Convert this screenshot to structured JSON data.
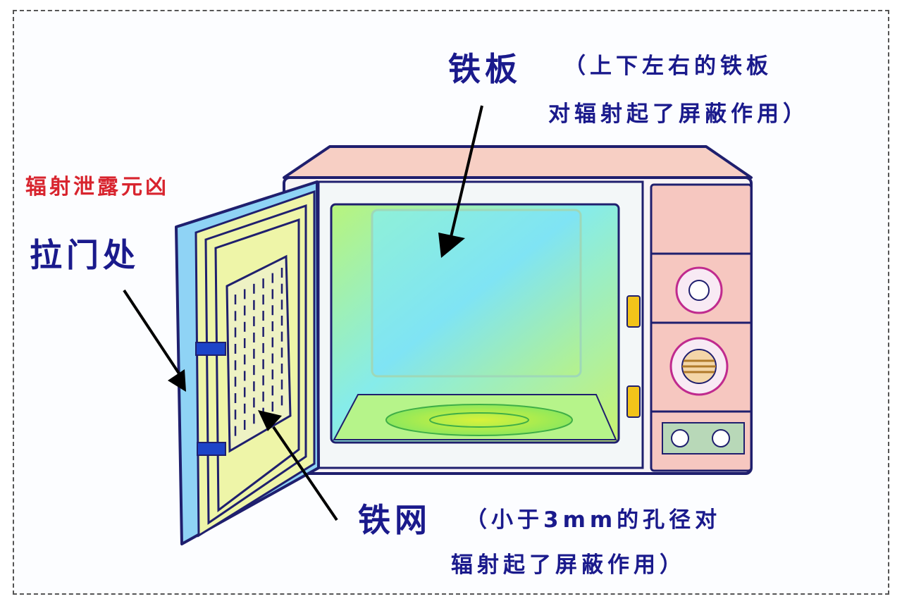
{
  "labels": {
    "iron_plate": "铁板",
    "iron_plate_note_line1": "（上下左右的铁板",
    "iron_plate_note_line2": "对辐射起了屏蔽作用）",
    "leak_warning": "辐射泄露元凶",
    "door_gap": "拉门处",
    "iron_mesh": "铁网",
    "iron_mesh_note_line1": "（小于3mm的孔径对",
    "iron_mesh_note_line2": "辐射起了屏蔽作用）"
  },
  "colors": {
    "outline": "#1f1f6e",
    "label_text": "#1a1a8c",
    "warning_text": "#d8242e",
    "body_pink": "#f6c7c0",
    "cavity_green": "#9ff07a",
    "cavity_cyan": "#7ee8f0",
    "door_blue": "#8fd3f5",
    "door_yellow": "#eef5a8",
    "hinge_blue": "#1d44c8",
    "latch_yellow": "#f2c31a"
  },
  "icons": {
    "knob": "control-knob-icon",
    "timer": "timer-dial-icon",
    "button": "round-button-icon"
  }
}
